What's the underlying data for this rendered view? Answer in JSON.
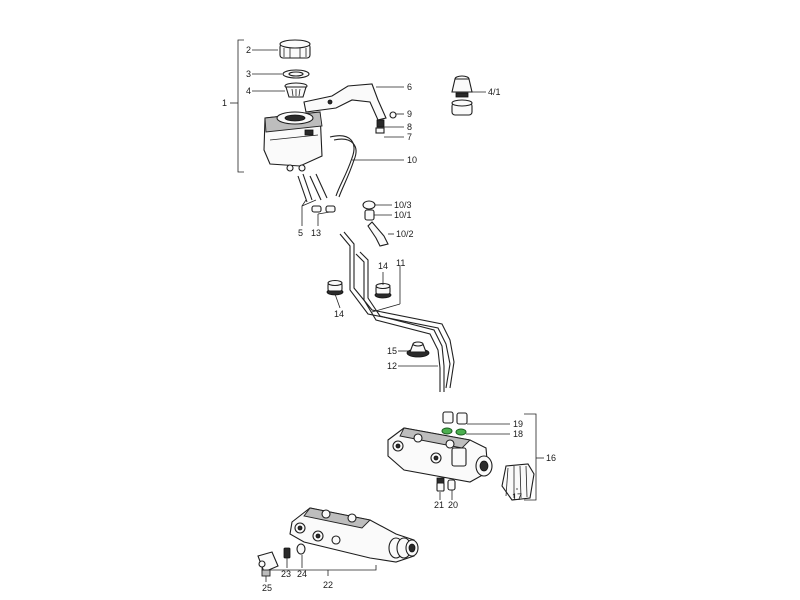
{
  "labels": {
    "l1": "1",
    "l2": "2",
    "l3": "3",
    "l4": "4",
    "l4_1": "4/1",
    "l5": "5",
    "l6": "6",
    "l7": "7",
    "l8": "8",
    "l9": "9",
    "l10": "10",
    "l10_1": "10/1",
    "l10_2": "10/2",
    "l10_3": "10/3",
    "l11": "11",
    "l12": "12",
    "l13": "13",
    "l14a": "14",
    "l14b": "14",
    "l15": "15",
    "l16": "16",
    "l17": "17",
    "l18": "18",
    "l19": "19",
    "l20": "20",
    "l21": "21",
    "l22": "22",
    "l23": "23",
    "l24": "24",
    "l25": "25"
  },
  "colors": {
    "seal": "#4caf50",
    "line": "#222222"
  }
}
